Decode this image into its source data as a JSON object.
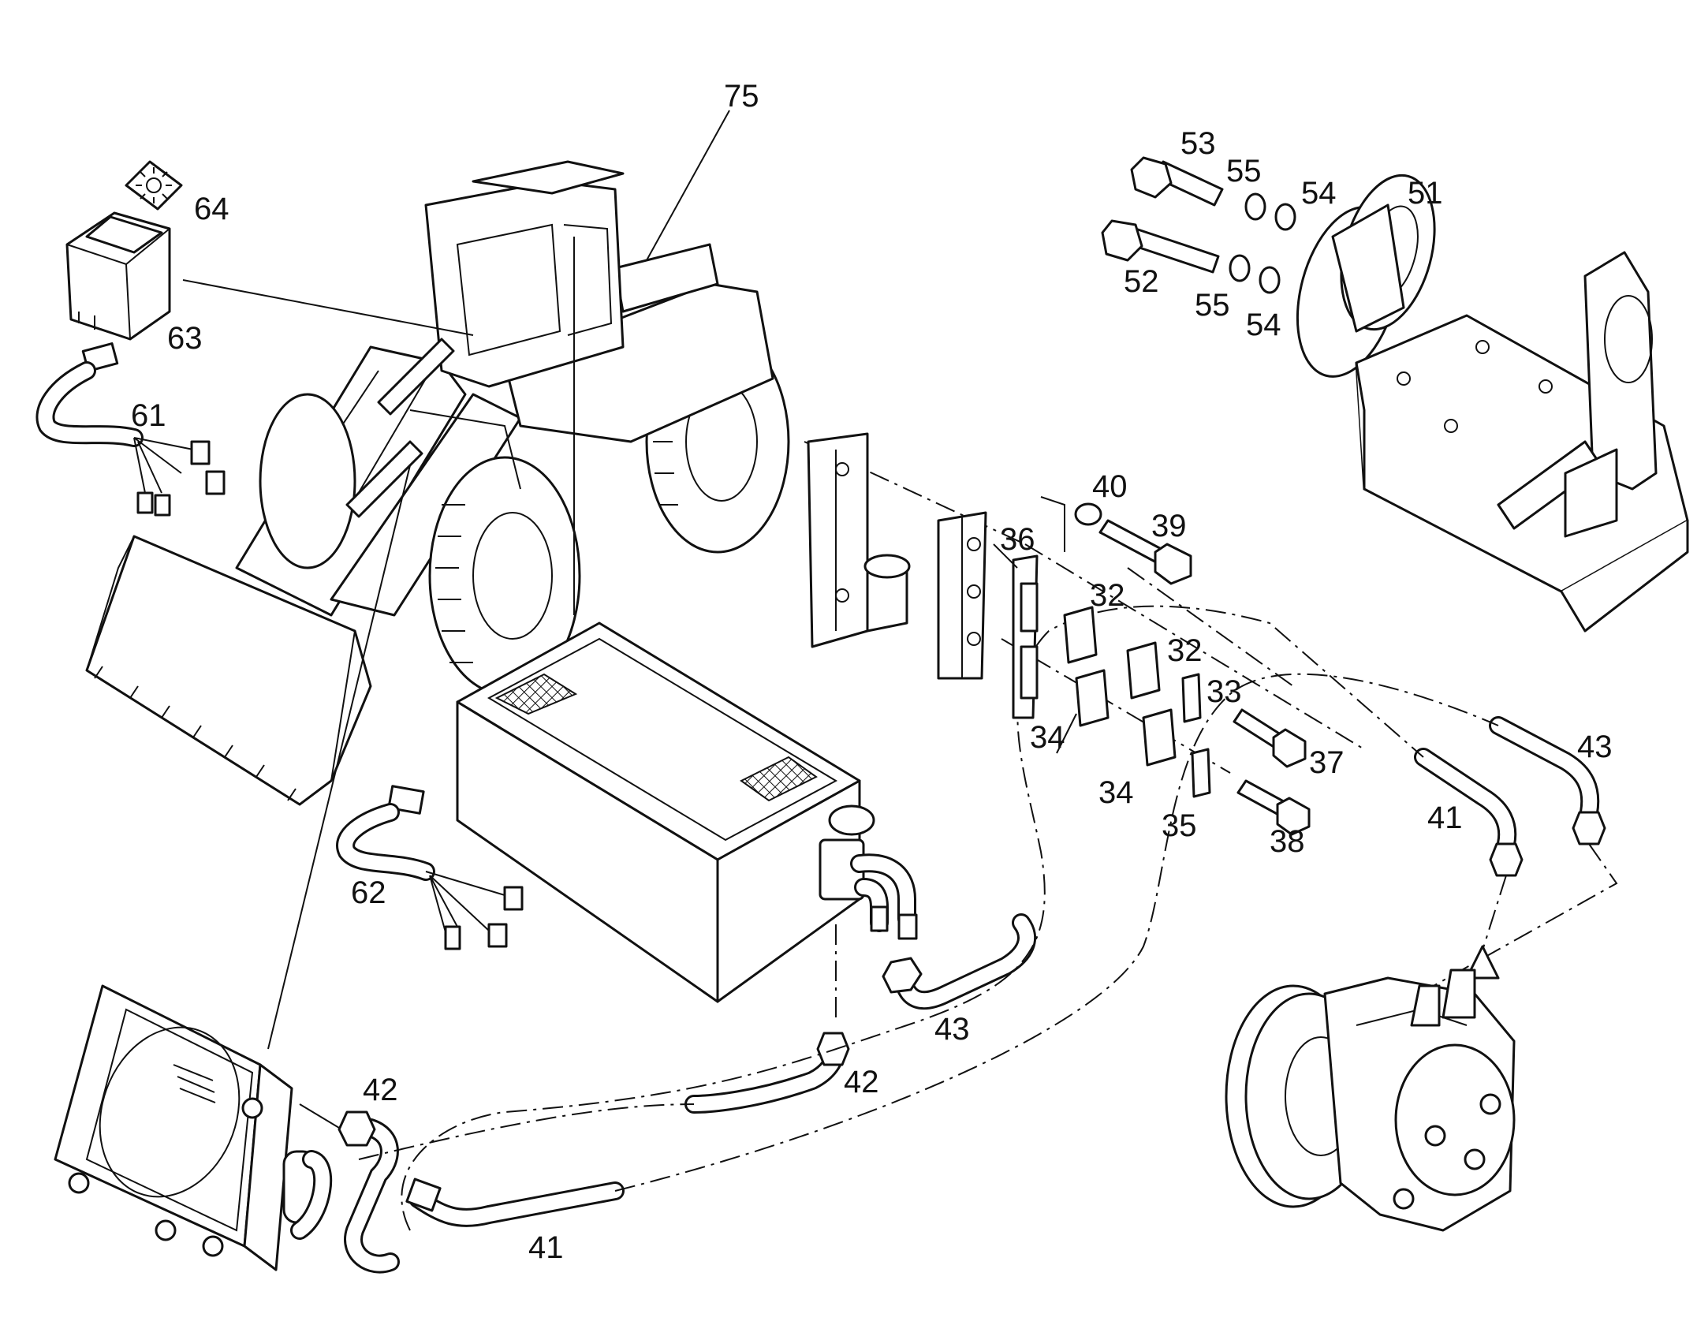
{
  "diagram": {
    "labels": {
      "l75": "75",
      "l64": "64",
      "l63": "63",
      "l61": "61",
      "l62": "62",
      "l53": "53",
      "l55a": "55",
      "l54a": "54",
      "l51": "51",
      "l52": "52",
      "l55b": "55",
      "l54b": "54",
      "l40": "40",
      "l39": "39",
      "l36": "36",
      "l32a": "32",
      "l32b": "32",
      "l33": "33",
      "l34a": "34",
      "l34b": "34",
      "l35": "35",
      "l37": "37",
      "l38": "38",
      "l43a": "43",
      "l41a": "41",
      "l43b": "43",
      "l42a": "42",
      "l42b": "42",
      "l41b": "41"
    },
    "icons": [
      "fan-symbol-icon"
    ]
  }
}
